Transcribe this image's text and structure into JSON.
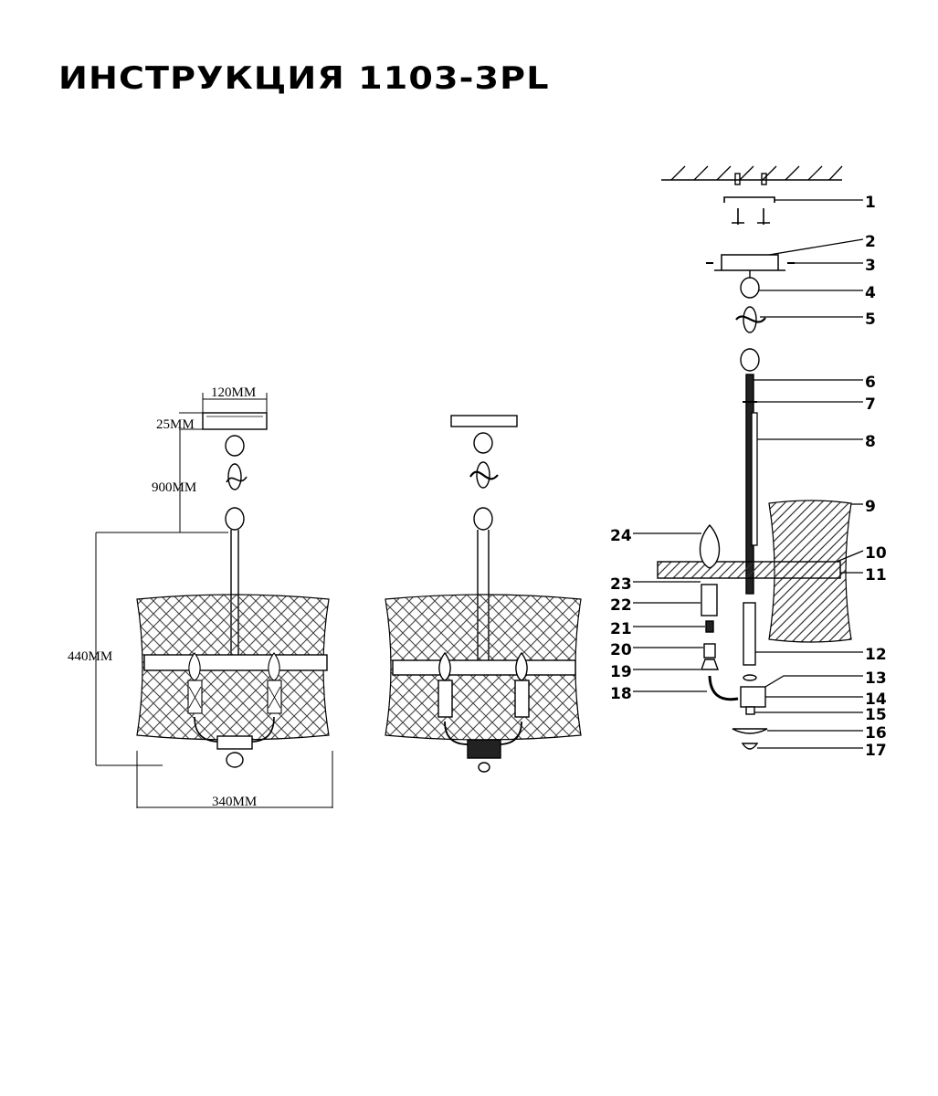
{
  "title": "ИНСТРУКЦИЯ 1103-3PL",
  "dimensions": {
    "width_base": "120MM",
    "height_base": "25MM",
    "chain_length": "900MM",
    "lamp_height": "440MM",
    "lamp_width": "340MM"
  },
  "parts": [
    "1",
    "2",
    "3",
    "4",
    "5",
    "6",
    "7",
    "8",
    "9",
    "10",
    "11",
    "12",
    "13",
    "14",
    "15",
    "16",
    "17",
    "18",
    "19",
    "20",
    "21",
    "22",
    "23",
    "24"
  ]
}
